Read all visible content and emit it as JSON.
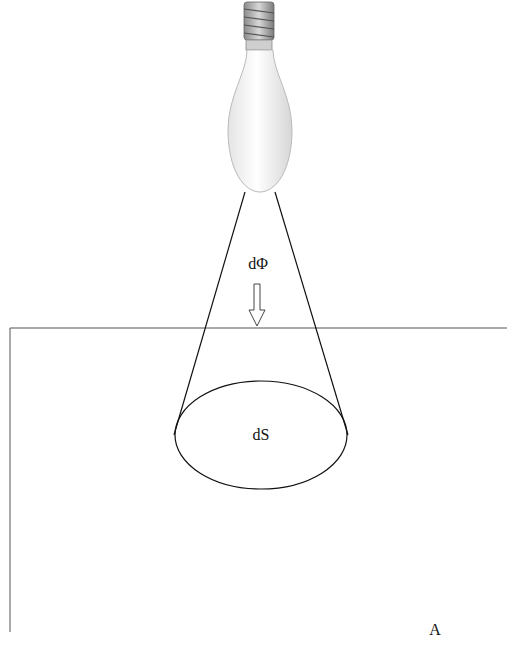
{
  "diagram": {
    "nodes": [
      {
        "text": [
          "dS"
        ]
      }
    ],
    "labels": [
      "dΦ",
      "A"
    ]
  }
}
